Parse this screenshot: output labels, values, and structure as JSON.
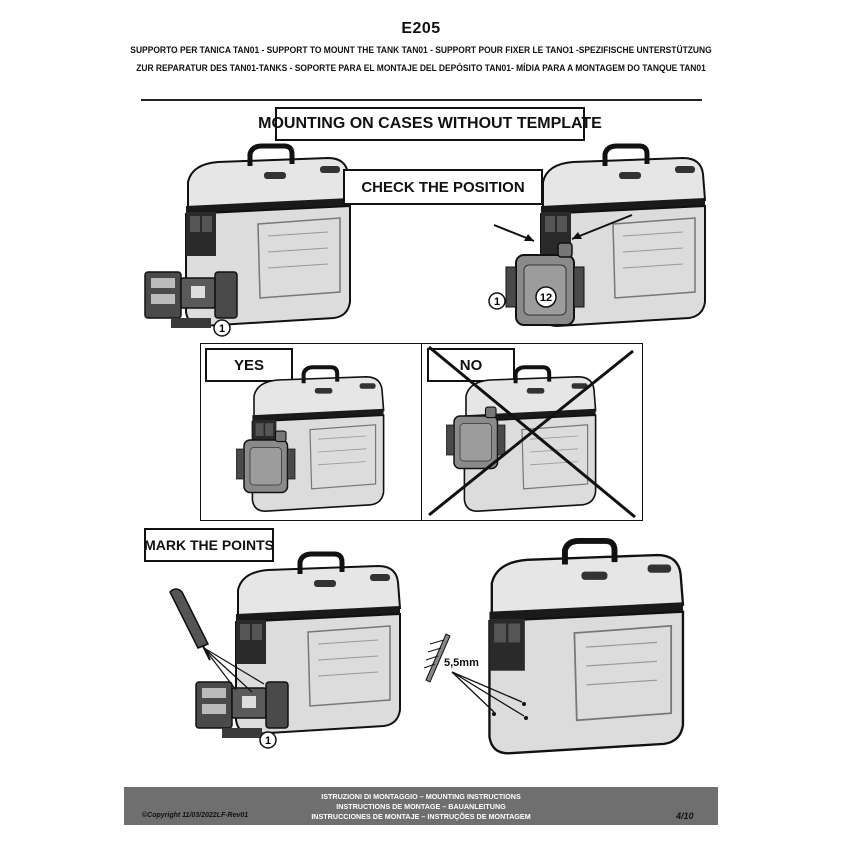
{
  "header": {
    "code": "E205",
    "line1": "SUPPORTO PER TANICA TAN01 - SUPPORT TO MOUNT THE TANK TAN01 - SUPPORT POUR FIXER LE TANO1 -SPEZIFISCHE UNTERSTÜTZUNG",
    "line2": "ZUR REPARATUR DES TAN01-TANKS - SOPORTE PARA EL MONTAJE DEL DEPÓSITO TAN01- MÍDIA PARA A MONTAGEM DO TANQUE TAN01"
  },
  "section_title": "MOUNTING ON CASES WITHOUT TEMPLATE",
  "check_label": "CHECK THE POSITION",
  "yes_label": "YES",
  "no_label": "NO",
  "mark_label": "MARK THE POINTS",
  "callouts": {
    "ref1": "1",
    "ref12": "12",
    "drill_size": "5,5mm"
  },
  "footer": {
    "line1": "ISTRUZIONI DI MONTAGGIO  –  MOUNTING INSTRUCTIONS",
    "line2": "INSTRUCTIONS DE MONTAGE – BAUANLEITUNG",
    "line3": "INSTRUCCIONES DE MONTAJE – INSTRUÇÕES DE MONTAGEM",
    "copyright": "©Copyright 11/03/2022LF-Rev01",
    "page": "4/10"
  },
  "colors": {
    "case_body": "#dcdcdc",
    "case_edge": "#111111",
    "bracket": "#4a4a4a",
    "tank": "#8a8a8a",
    "footer_bg": "#6f6f6f"
  }
}
